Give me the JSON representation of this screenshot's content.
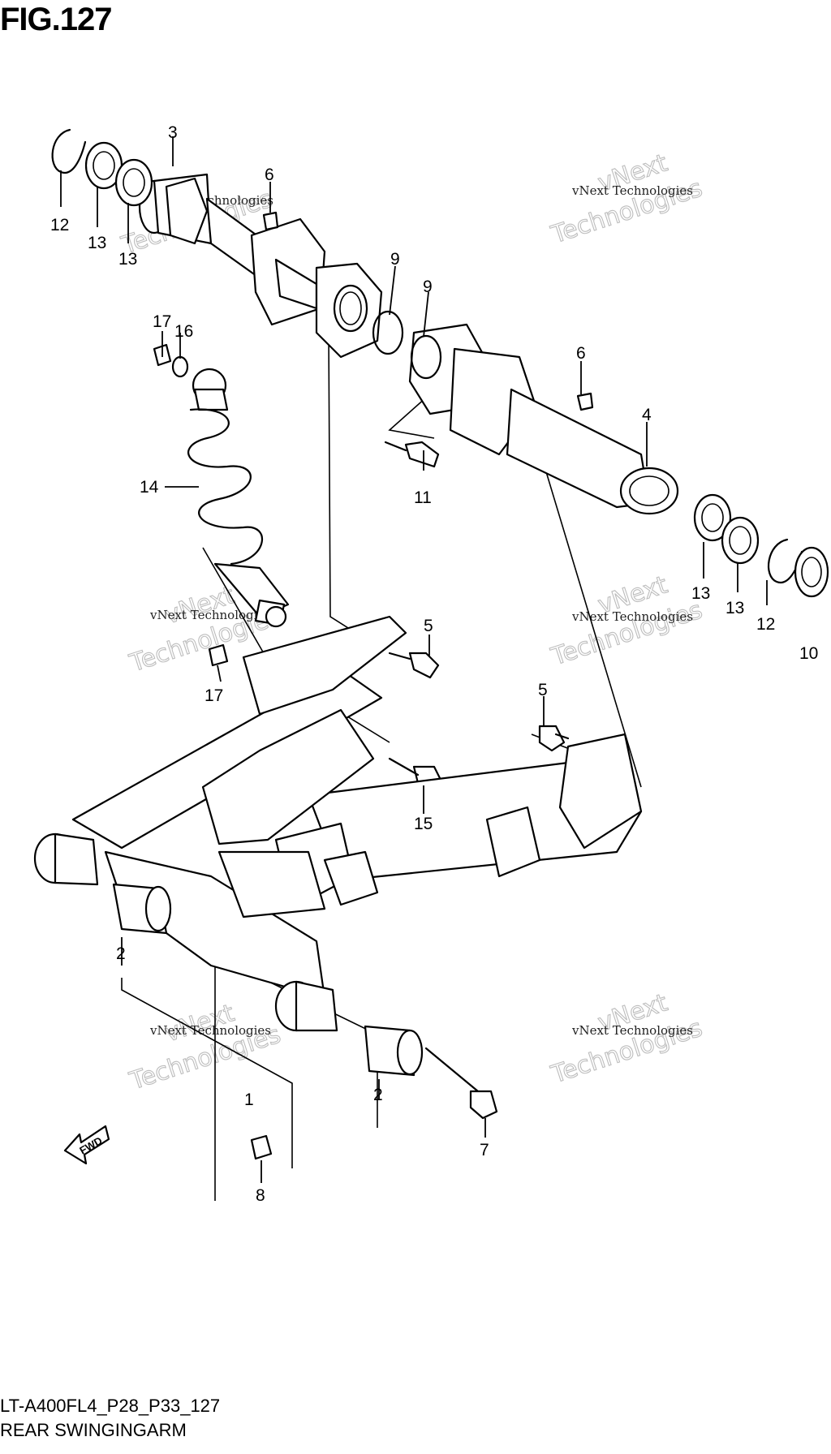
{
  "figure": {
    "title": "FIG.127",
    "model_code": "LT-A400FL4_P28_P33_127",
    "name": "REAR SWINGINGARM",
    "fwd_label": "FWD"
  },
  "callouts": {
    "c1": "1",
    "c2a": "2",
    "c2b": "2",
    "c3": "3",
    "c4": "4",
    "c5a": "5",
    "c5b": "5",
    "c6a": "6",
    "c6b": "6",
    "c7": "7",
    "c8": "8",
    "c9a": "9",
    "c9b": "9",
    "c10": "10",
    "c11": "11",
    "c12a": "12",
    "c12b": "12",
    "c13a": "13",
    "c13b": "13",
    "c13c": "13",
    "c13d": "13",
    "c14": "14",
    "c15": "15",
    "c16": "16",
    "c17a": "17",
    "c17b": "17"
  },
  "watermarks": {
    "small": "vNext Technologies",
    "big_line1": "vNext",
    "big_line2": "Technologies"
  }
}
